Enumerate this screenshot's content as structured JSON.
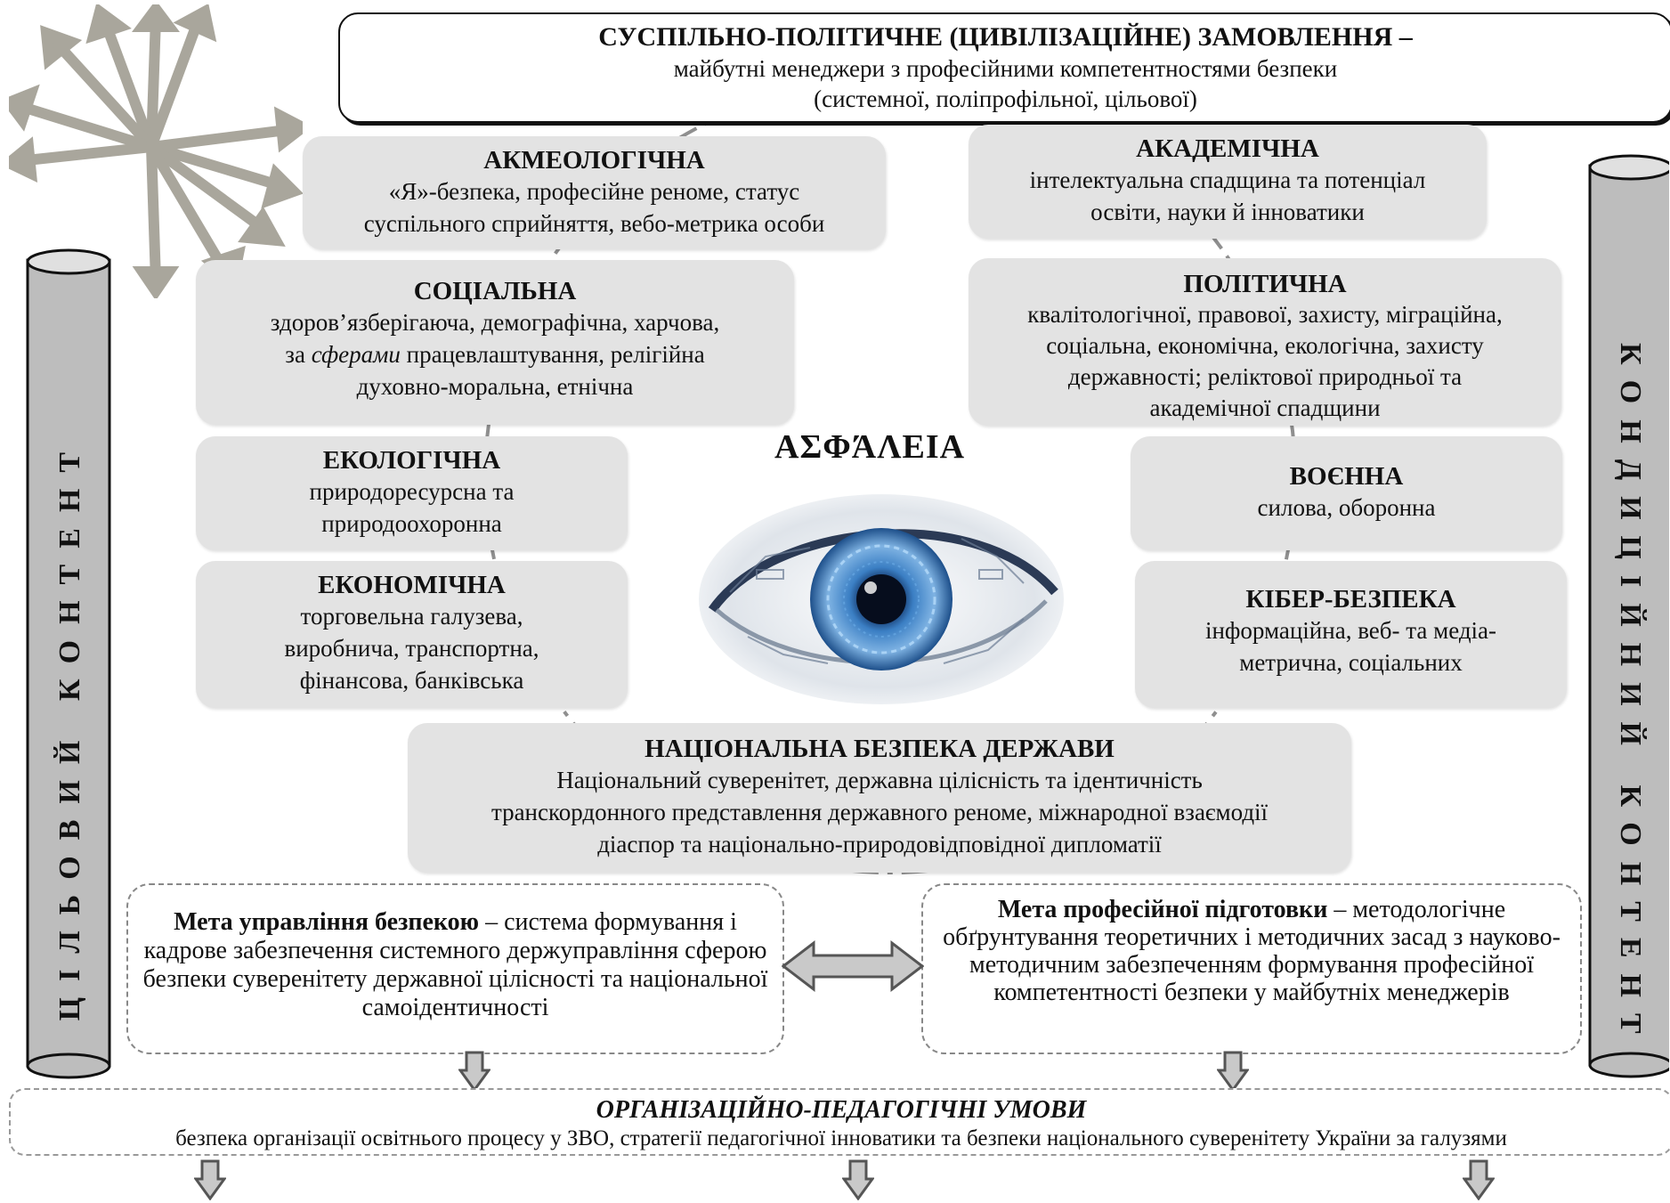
{
  "header": {
    "title": "СУСПІЛЬНО-ПОЛІТИЧНЕ (ЦИВІЛІЗАЦІЙНЕ) ЗАМОВЛЕННЯ –",
    "line1": "майбутні менеджери з професійними компетентностями безпеки",
    "line2": "(системної, поліпрофільної, цільової)"
  },
  "center_title": "ΑΣΦΆΛΕΙΑ",
  "left_cylinder": "ЦІЛЬОВИЙ КОНТЕНТ",
  "right_cylinder": "КОНДИЦІЙНИЙ КОНТЕНТ",
  "boxes": {
    "akmeo": {
      "title": "АКМЕОЛОГІЧНА",
      "line1": "«Я»-безпека, професійне реноме, статус",
      "line2": "суспільного сприйняття, вебо-метрика особи"
    },
    "academic": {
      "title": "АКАДЕМІЧНА",
      "line1": "інтелектуальна спадщина та потенціал",
      "line2": "освіти, науки й інноватики"
    },
    "social": {
      "title": "СОЦІАЛЬНА",
      "line1": "здоров’язберігаюча, демографічна, харчова,",
      "line2_pre": "за ",
      "line2_em": "сферами",
      "line2_post": " працевлаштування, релігійна",
      "line3": "духовно-моральна, етнічна"
    },
    "political": {
      "title": "ПОЛІТИЧНА",
      "line1": "кваліто­логічної, правової, захисту, міграційна,",
      "line2": "соціальна, економічна, екологічна, захисту",
      "line3": "державності; реліктової природньої та",
      "line4": "академічної спадщини"
    },
    "ecological": {
      "title": "ЕКОЛОГІЧНА",
      "line1": "природоресурсна та",
      "line2": "природоохоронна"
    },
    "military": {
      "title": "ВОЄННА",
      "line1": "силова, оборонна"
    },
    "economic": {
      "title": "ЕКОНОМІЧНА",
      "line1": "торговельна галузева,",
      "line2": "виробнича, транспортна,",
      "line3": "фінансова, банківська"
    },
    "cyber": {
      "title": "КІБЕР-БЕЗПЕКА",
      "line1": "інформаційна, веб- та медіа-",
      "line2": "метрична, соціальних"
    },
    "national": {
      "title": "НАЦІОНАЛЬНА БЕЗПЕКА ДЕРЖАВИ",
      "line1": "Національний суверенітет, державна цілісність та ідентичність",
      "line2": "транскордонного представлення державного реноме, міжнародної взаємодії",
      "line3": "діаспор та національно-природовідповідної дипломатії"
    }
  },
  "goals": {
    "management_bold": "Мета управління безпекою",
    "management_text": " – система формування і кадрове забезпечення системного держуправління сферою безпеки суверенітету державної цілісності та національної самоідентичності",
    "training_bold": "Мета професійної підготовки",
    "training_text": " – методологічне обґрунтування теоретичних і методичних засад з науково-методичним забезпеченням формування професійної компетентності безпеки у майбутніх менеджерів"
  },
  "conditions": {
    "title": "ОРГАНІЗАЦІЙНО-ПЕДАГОГІЧНІ УМОВИ",
    "text": "безпека організації освітнього процесу у ЗВО, стратегії педагогічної інноватики та безпеки національного суверенітету України за галузями"
  },
  "colors": {
    "box_fill": "#e3e3e3",
    "arrow_fill": "#c9c9c9",
    "cylinder": "#bdbdbd",
    "eye_iris": "#3b7fc4"
  }
}
